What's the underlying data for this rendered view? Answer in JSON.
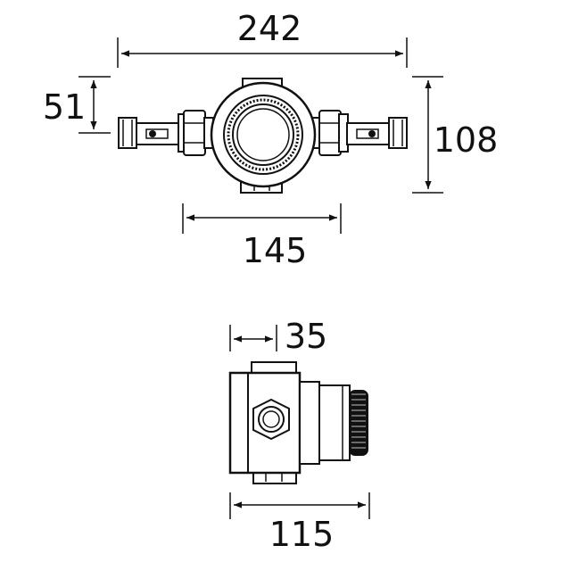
{
  "dimensions": {
    "top_overall_width": "242",
    "top_left_height": "51",
    "top_right_height": "108",
    "top_inlet_spacing": "145",
    "side_depth": "35",
    "side_overall_width": "115"
  }
}
